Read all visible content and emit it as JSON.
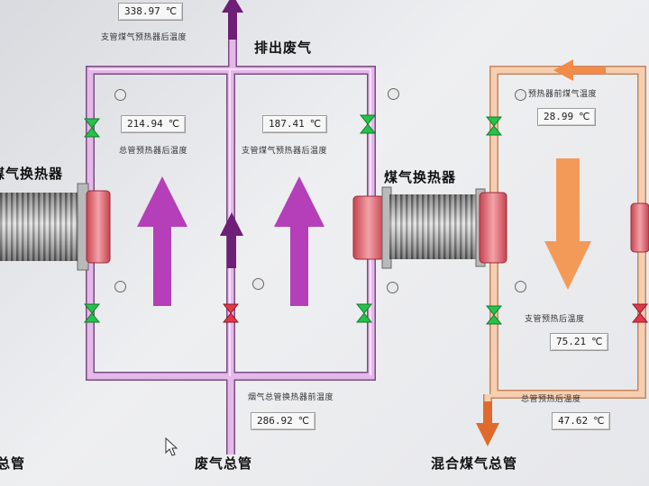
{
  "readouts": {
    "top_branch": {
      "value": "338.97",
      "unit": "℃",
      "caption": "支管煤气预热器后温度"
    },
    "left_main": {
      "value": "214.94",
      "unit": "℃",
      "caption": "总管预热器后温度"
    },
    "mid_branch": {
      "value": "187.41",
      "unit": "℃",
      "caption": "支管煤气预热器后温度"
    },
    "bottom_mid": {
      "value": "286.92",
      "unit": "℃",
      "caption": "烟气总管换热器前温度"
    },
    "right_top": {
      "value": "28.99",
      "unit": "℃",
      "caption": "预热器前煤气温度"
    },
    "right_mid": {
      "value": "75.21",
      "unit": "℃",
      "caption": "支管预热后温度"
    },
    "right_bottom": {
      "value": "47.62",
      "unit": "℃",
      "caption": "总管预热后温度"
    }
  },
  "labels": {
    "exhaust_out": "排出废气",
    "gas_hx_left": "煤气换热器",
    "gas_hx_right": "煤气换热器",
    "waste_gas_main": "废气总管",
    "mixed_gas_main": "混合煤气总管",
    "bottom_left": "总管"
  },
  "colors": {
    "flue_pipe": "#dca8e4",
    "flue_arrow": "#b43fb8",
    "gas_pipe": "#f3c6a4",
    "gas_arrow": "#f39a59",
    "valve_open": "#25c249",
    "valve_closed": "#e5364a"
  }
}
